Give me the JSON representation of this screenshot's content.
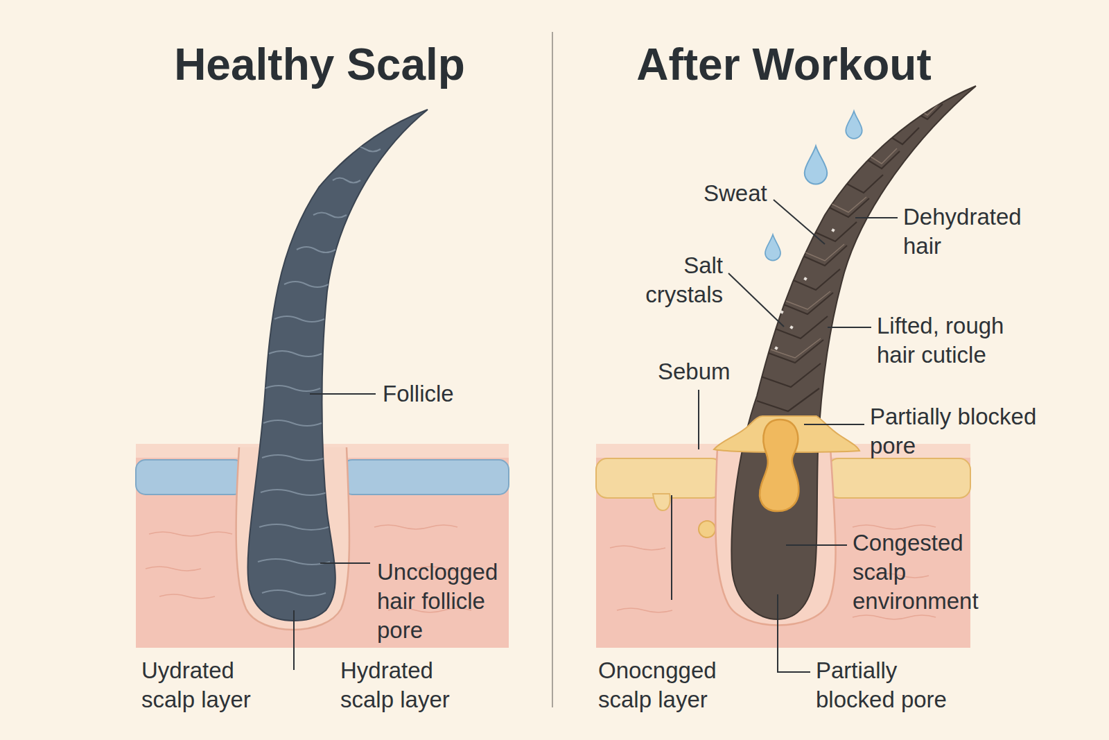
{
  "diagram": {
    "labels": [
      "Healthy Scalp",
      "After Workout",
      "Follicle",
      "Uncclogged hair follicle pore",
      "Uydrated scalp layer",
      "Hydrated scalp layer",
      "Sweat",
      "Dehydrated hair",
      "Salt crystals",
      "Lifted, rough hair cuticle",
      "Sebum",
      "Partially blocked pore",
      "Congested scalp environment",
      "Onocngged scalp layer",
      "Partially blocked pore"
    ]
  }
}
